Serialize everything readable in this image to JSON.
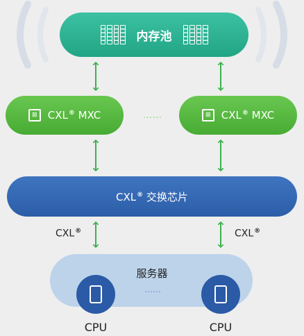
{
  "memory_pool": {
    "label": "内存池"
  },
  "mxc_left": {
    "label_base": "CXL",
    "label_sup": "®",
    "label_tail": " MXC"
  },
  "mxc_right": {
    "label_base": "CXL",
    "label_sup": "®",
    "label_tail": " MXC"
  },
  "mxc_gap": {
    "ellipsis": "……"
  },
  "switch": {
    "label_base": "CXL",
    "label_sup": "®",
    "label_tail": " 交换芯片"
  },
  "links": {
    "left": {
      "base": "CXL",
      "sup": "®"
    },
    "right": {
      "base": "CXL",
      "sup": "®"
    }
  },
  "server": {
    "label": "服务器",
    "ellipsis": "……"
  },
  "cpus": [
    {
      "label": "CPU"
    },
    {
      "label": "CPU"
    }
  ],
  "colors": {
    "pool": "#21a585",
    "mxc": "#47ab33",
    "switch": "#2c5ea8",
    "server": "#bcd3ea",
    "cpu": "#2b5aa6",
    "arrow": "#3cb04e"
  }
}
